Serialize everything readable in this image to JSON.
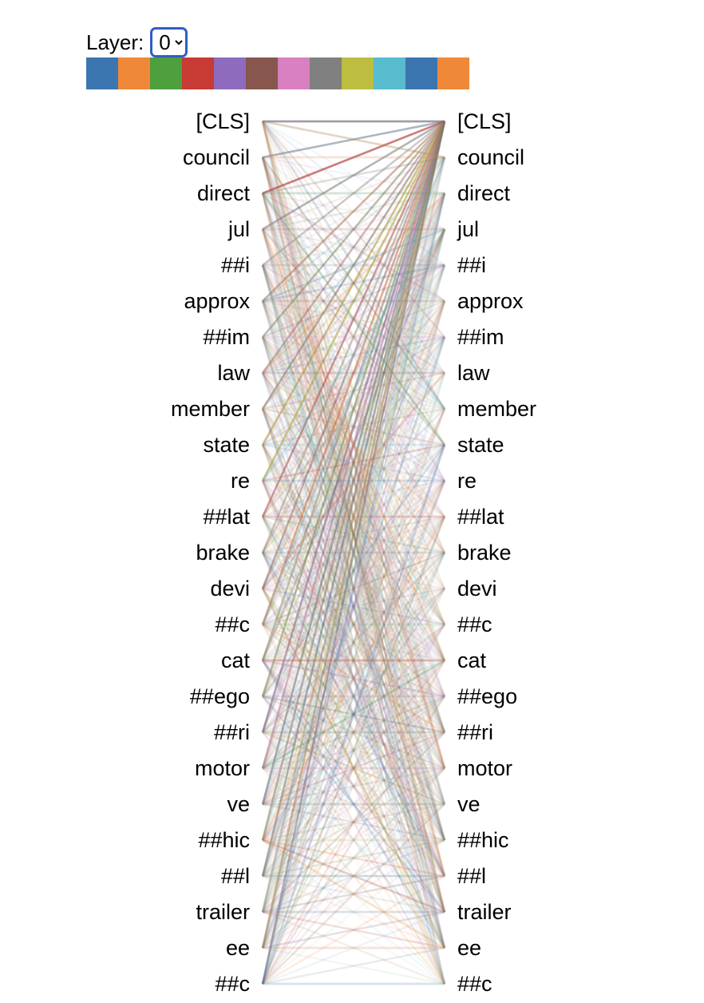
{
  "controls": {
    "layer_label": "Layer:",
    "layer_options": [
      "0"
    ],
    "selected_layer": "0"
  },
  "heads": [
    {
      "index": 0,
      "color": "#3b76b0"
    },
    {
      "index": 1,
      "color": "#f0883a"
    },
    {
      "index": 2,
      "color": "#4e9f3d"
    },
    {
      "index": 3,
      "color": "#c83a34"
    },
    {
      "index": 4,
      "color": "#8f6bbd"
    },
    {
      "index": 5,
      "color": "#87574d"
    },
    {
      "index": 6,
      "color": "#d880c0"
    },
    {
      "index": 7,
      "color": "#808080"
    },
    {
      "index": 8,
      "color": "#bdbd40"
    },
    {
      "index": 9,
      "color": "#58bcce"
    },
    {
      "index": 10,
      "color": "#3b76b0"
    },
    {
      "index": 11,
      "color": "#f0883a"
    }
  ],
  "tokens": [
    "[CLS]",
    "council",
    "direct",
    "jul",
    "##i",
    "approx",
    "##im",
    "law",
    "member",
    "state",
    "re",
    "##lat",
    "brake",
    "devi",
    "##c",
    "cat",
    "##ego",
    "##ri",
    "motor",
    "ve",
    "##hic",
    "##l",
    "trailer",
    "ee",
    "##c"
  ]
}
